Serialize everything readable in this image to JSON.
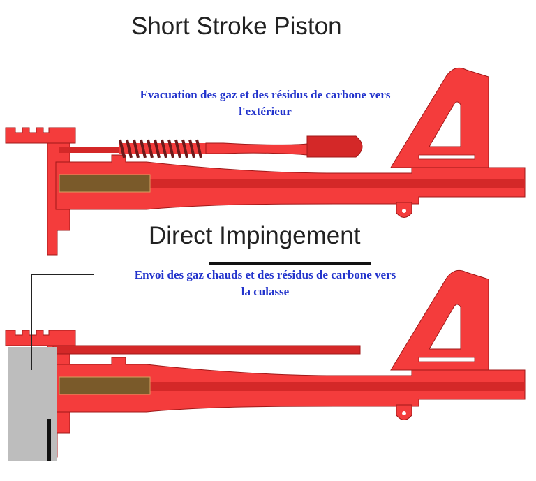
{
  "diagram": {
    "top": {
      "title": "Short Stroke Piston",
      "caption_line1": "Evacuation des gaz et des résidus de carbone vers",
      "caption_line2": "l'extérieur"
    },
    "bottom": {
      "title": "Direct Impingement",
      "caption_line1": "Envoi des gaz chauds et des résidus de carbone vers",
      "caption_line2": "la culasse"
    },
    "colors": {
      "body": "#f43c3c",
      "dark": "#c42222",
      "brass": "#7a5a2a",
      "bolt": "#bdbdbd",
      "caption": "#2233cc"
    }
  }
}
